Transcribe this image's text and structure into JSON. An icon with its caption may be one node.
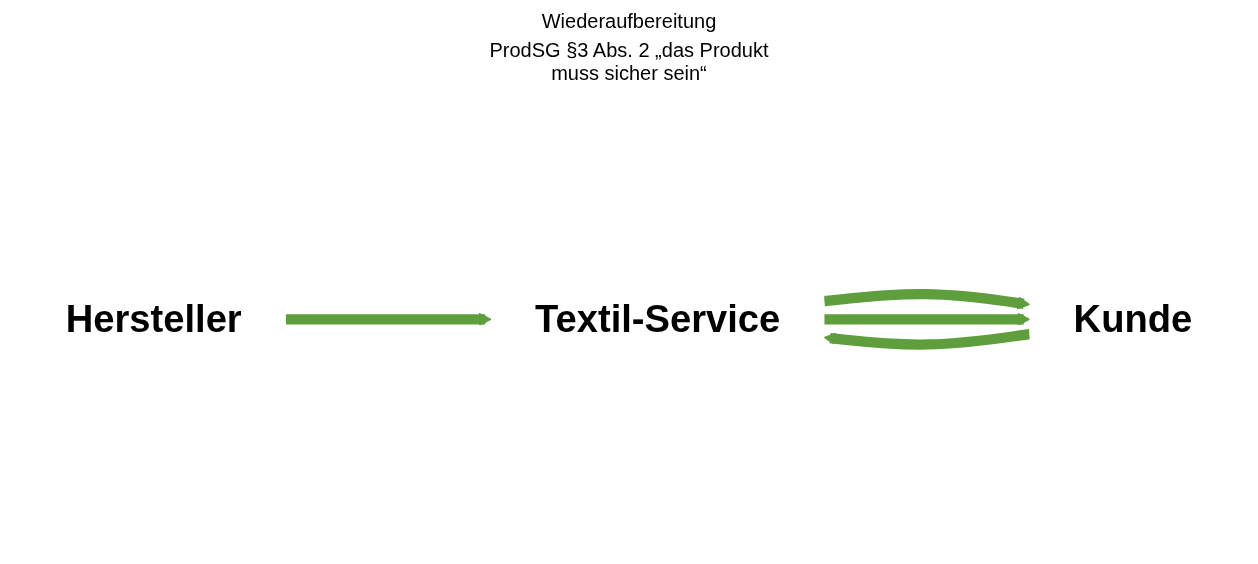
{
  "diagram": {
    "nodes": [
      {
        "text": [
          "Hersteller"
        ]
      },
      {
        "text": [
          "Textil-Service"
        ]
      },
      {
        "text": [
          "Kunde"
        ]
      }
    ],
    "edges": [
      {
        "from": 0,
        "to": 1,
        "arrow": "to"
      },
      {
        "from": 1,
        "to": 2,
        "arrow": "to"
      },
      {
        "from": 1,
        "to": 2,
        "arrow": "to"
      },
      {
        "from": 2,
        "to": 1,
        "arrow": "to"
      }
    ],
    "labels": [
      "Wiederaufbereitung",
      "ProdSG §3 Abs. 2 „das Produkt muss sicher sein“"
    ]
  }
}
